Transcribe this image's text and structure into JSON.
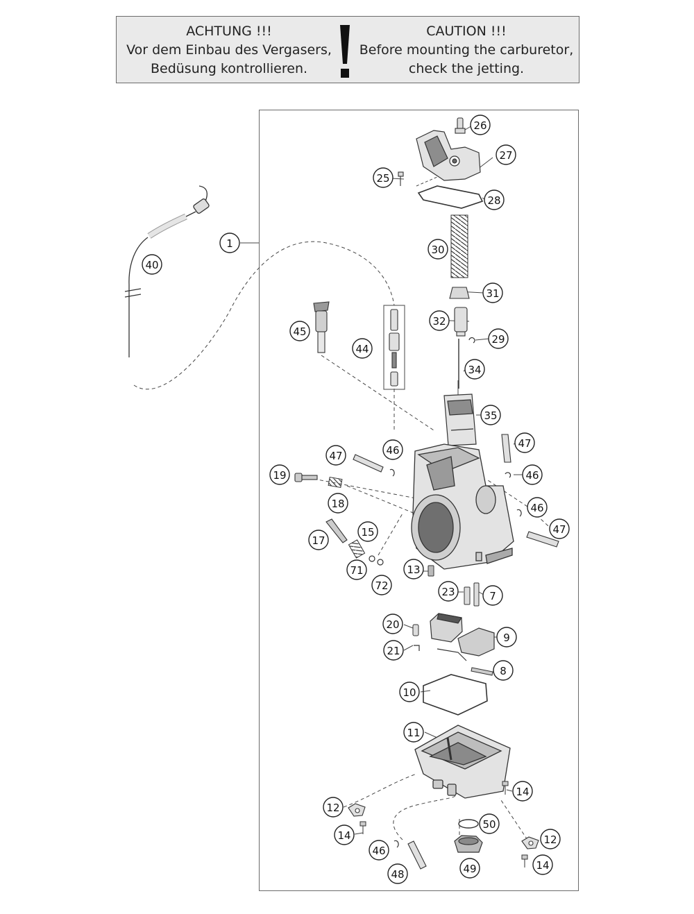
{
  "warning": {
    "german": {
      "heading": "ACHTUNG !!!",
      "line1": "Vor dem Einbau des Vergasers,",
      "line2": "Bedüsung kontrollieren."
    },
    "english": {
      "heading": "CAUTION !!!",
      "line1": "Before mounting the carburetor,",
      "line2": "check the jetting."
    },
    "symbol": "exclamation-icon"
  },
  "callouts": {
    "c1": "1",
    "c7": "7",
    "c8": "8",
    "c9": "9",
    "c10": "10",
    "c11": "11",
    "c12a": "12",
    "c12b": "12",
    "c13": "13",
    "c14a": "14",
    "c14b": "14",
    "c14c": "14",
    "c15": "15",
    "c17": "17",
    "c18": "18",
    "c19": "19",
    "c20": "20",
    "c21": "21",
    "c23": "23",
    "c25": "25",
    "c26": "26",
    "c27": "27",
    "c28": "28",
    "c29": "29",
    "c30": "30",
    "c31": "31",
    "c32": "32",
    "c34": "34",
    "c35": "35",
    "c40": "40",
    "c44": "44",
    "c45": "45",
    "c46a": "46",
    "c46b": "46",
    "c46c": "46",
    "c46d": "46",
    "c47a": "47",
    "c47b": "47",
    "c47c": "47",
    "c48": "48",
    "c49": "49",
    "c50": "50",
    "c71": "71",
    "c72": "72"
  },
  "colors": {
    "line": "#333333",
    "part_fill": "#d9d9d9",
    "part_dark": "#7a7a7a",
    "warning_bg": "#eaeaea"
  }
}
